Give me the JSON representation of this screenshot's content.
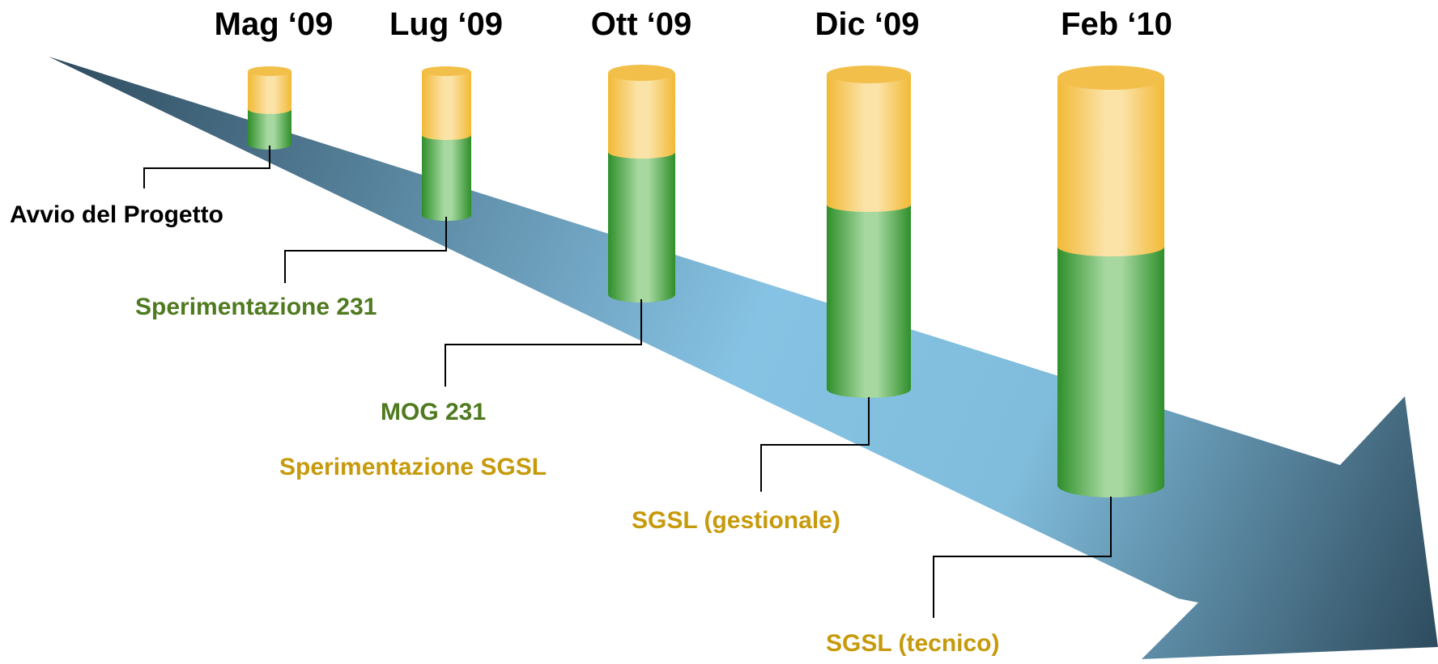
{
  "dates": [
    "Mag ‘09",
    "Lug ‘09",
    "Ott ‘09",
    "Dic ‘09",
    "Feb ‘10"
  ],
  "milestones": [
    {
      "name": "Avvio del Progetto",
      "color": "#000000"
    },
    {
      "name": "Sperimentazione 231",
      "color": "#4f7a1f"
    },
    {
      "name": "MOG 231",
      "color": "#4f7a1f"
    },
    {
      "name": "Sperimentazione SGSL",
      "color": "#c79a0c"
    },
    {
      "name": "SGSL (gestionale)",
      "color": "#c79a0c"
    },
    {
      "name": "SGSL (tecnico)",
      "color": "#c79a0c"
    }
  ],
  "colors": {
    "arrow_dark": "#2e4b5e",
    "arrow_light": "#86c2e3",
    "green": "#2f8f2a",
    "green_light": "#a6d8a0",
    "yellow": "#f2b936",
    "yellow_light": "#fbe3a8"
  }
}
